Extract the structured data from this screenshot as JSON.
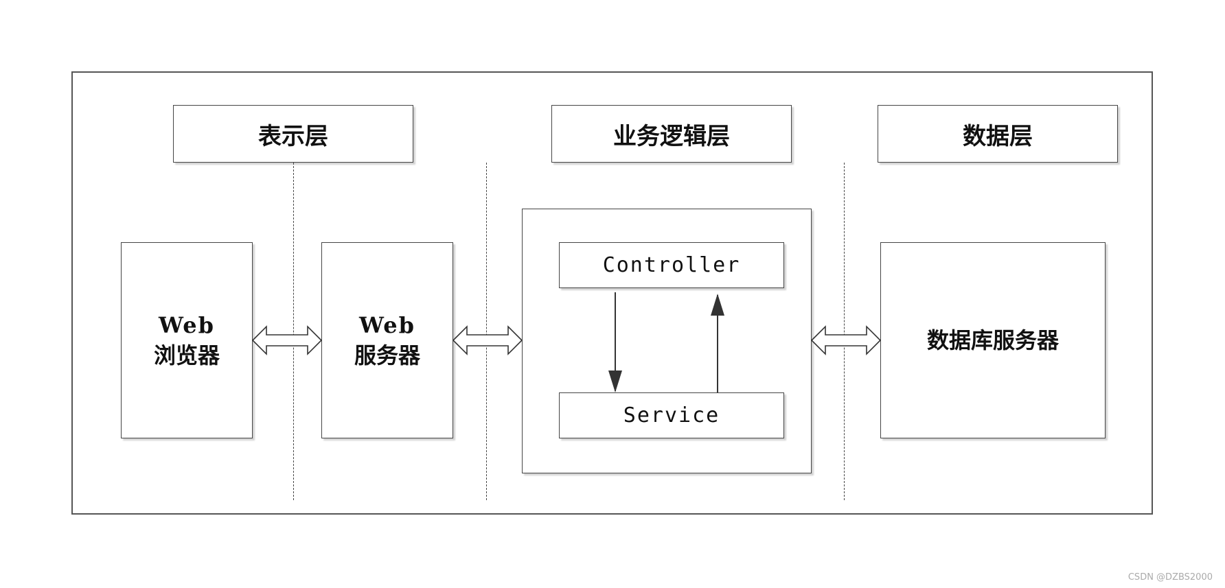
{
  "layers": {
    "presentation": "表示层",
    "business": "业务逻辑层",
    "data": "数据层"
  },
  "components": {
    "browser": {
      "line1": "Web",
      "line2": "浏览器"
    },
    "web_server": {
      "line1": "Web",
      "line2": "服务器"
    },
    "controller": "Controller",
    "service": "Service",
    "db_server": "数据库服务器"
  },
  "watermark": "CSDN @DZBS2000"
}
